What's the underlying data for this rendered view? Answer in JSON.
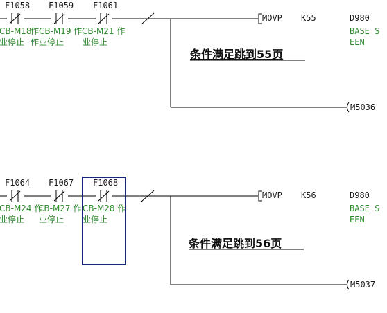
{
  "colors": {
    "wire": "#000000",
    "comment": "#2f8a2f",
    "cursor": "#1a237e"
  },
  "rungs": [
    {
      "contacts": [
        {
          "device": "F1058",
          "comment_line1": "CB-M18",
          "comment_line2": "业停止"
        },
        {
          "device": "F1059",
          "comment_line1": "作CB-M19",
          "comment_line2": "作业停止"
        },
        {
          "device": "F1061",
          "comment_line1": "作CB-M21 作",
          "comment_line2": "业停止"
        }
      ],
      "instruction": {
        "op": "MOVP",
        "src": "K55",
        "dst": "D980",
        "dst_comment_line1": "BASE S",
        "dst_comment_line2": "EEN"
      },
      "note": "条件满足跳到55页",
      "coil": "M5036"
    },
    {
      "contacts": [
        {
          "device": "F1064",
          "comment_line1": "CB-M24 作",
          "comment_line2": "业停止"
        },
        {
          "device": "F1067",
          "comment_line1": "CB-M27 作",
          "comment_line2": "业停止"
        },
        {
          "device": "F1068",
          "comment_line1": "CB-M28 作",
          "comment_line2": "业停止"
        }
      ],
      "instruction": {
        "op": "MOVP",
        "src": "K56",
        "dst": "D980",
        "dst_comment_line1": "BASE S",
        "dst_comment_line2": "EEN"
      },
      "note": "条件满足跳到56页",
      "coil": "M5037"
    }
  ]
}
